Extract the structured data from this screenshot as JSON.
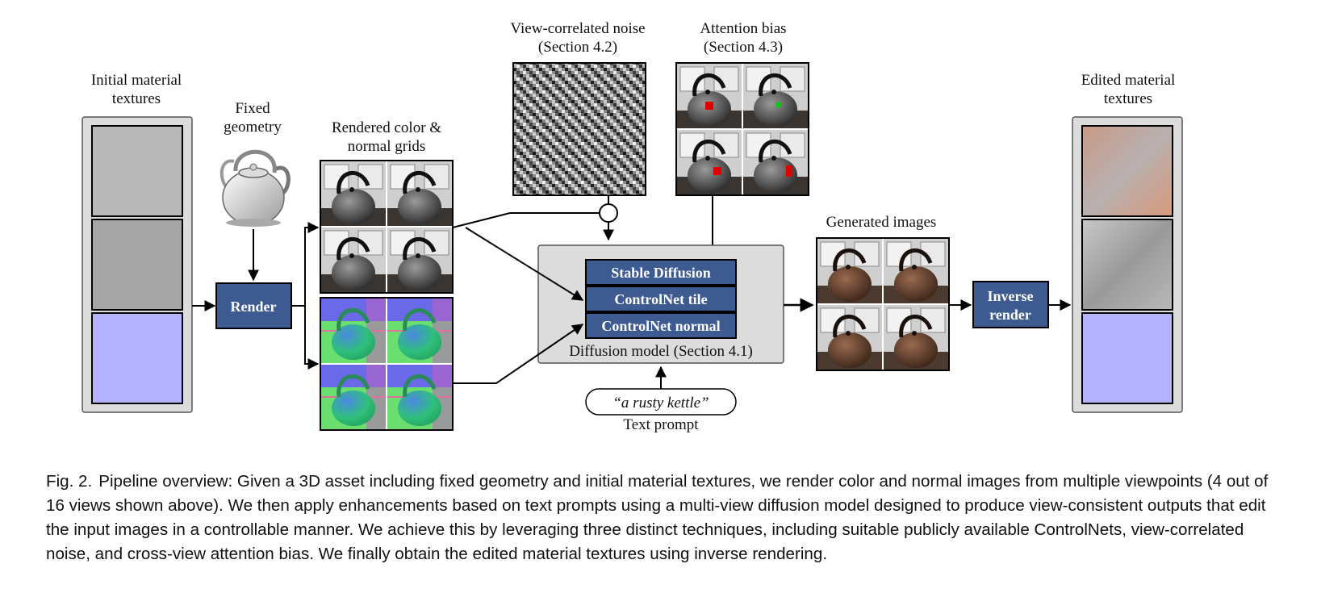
{
  "labels": {
    "initial_textures": [
      "Initial material",
      "textures"
    ],
    "fixed_geometry": [
      "Fixed",
      "geometry"
    ],
    "rendered_grids": [
      "Rendered color &",
      "normal grids"
    ],
    "noise": [
      "View-correlated noise",
      "(Section 4.2)"
    ],
    "attention": [
      "Attention bias",
      "(Section 4.3)"
    ],
    "generated": "Generated images",
    "edited_textures": [
      "Edited material",
      "textures"
    ],
    "diffusion_model": "Diffusion model (Section 4.1)",
    "text_prompt_label": "Text prompt"
  },
  "blocks": {
    "render": "Render",
    "inverse_render": [
      "Inverse",
      "render"
    ],
    "stable_diffusion": "Stable Diffusion",
    "controlnet_tile": "ControlNet tile",
    "controlnet_normal": "ControlNet normal"
  },
  "prompt": "“a rusty kettle”",
  "caption": {
    "fig_num": "Fig. 2.",
    "text": "Pipeline overview: Given a 3D asset including fixed geometry and initial material textures, we render color and normal images from multiple viewpoints (4 out of 16 views shown above). We then apply enhancements based on text prompts using a multi-view diffusion model designed to produce view-consistent outputs that edit the input images in a controllable manner. We achieve this by leveraging three distinct techniques, including suitable publicly available ControlNets, view-correlated noise, and cross-view attention bias. We finally obtain the edited material textures using inverse rendering."
  },
  "colors": {
    "block_fill": "#3d5a91",
    "panel_fill": "#dcdcdc",
    "texture_top": "#b8b8b8",
    "texture_mid": "#a6a6a6",
    "texture_normal": "#b3b3ff"
  }
}
